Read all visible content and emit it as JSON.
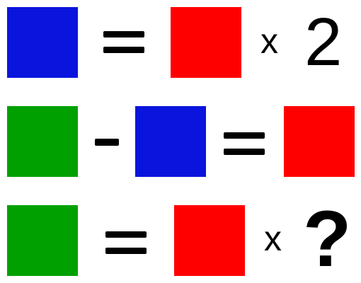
{
  "colors": {
    "blue": "#0a14dc",
    "red": "#ff0000",
    "green": "#00a000"
  },
  "equations": [
    {
      "left": [
        "blue"
      ],
      "operator": "=",
      "right": [
        "red"
      ],
      "times_symbol": "x",
      "multiplier": "2"
    },
    {
      "left": [
        "green",
        "blue"
      ],
      "operator_left": "-",
      "operator": "=",
      "right": [
        "red"
      ]
    },
    {
      "left": [
        "green"
      ],
      "operator": "=",
      "right": [
        "red"
      ],
      "times_symbol": "x",
      "unknown": "?"
    }
  ]
}
